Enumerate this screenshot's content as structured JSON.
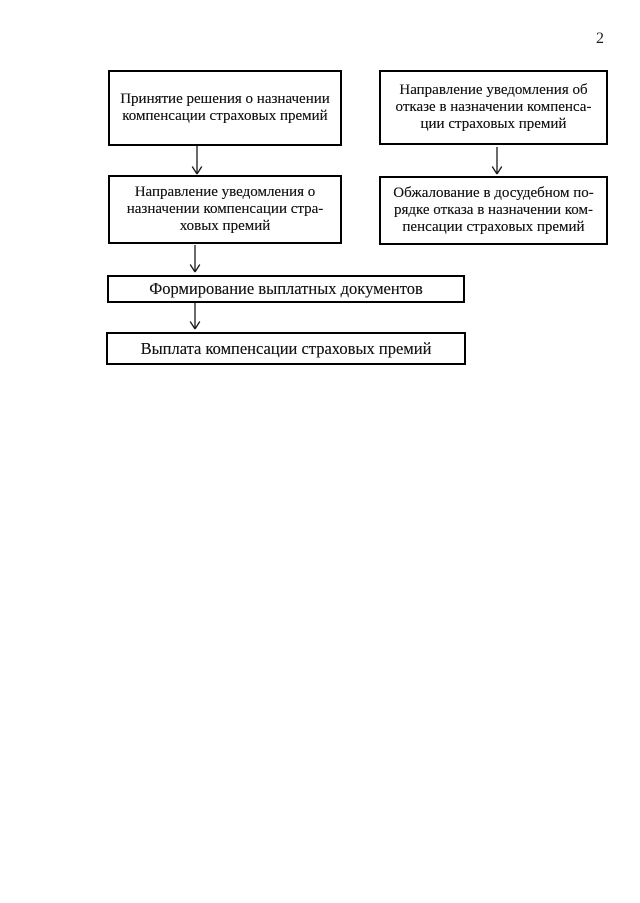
{
  "page": {
    "number": "2",
    "colors": {
      "paper": "#ffffff",
      "ink": "#161616",
      "box_border": "#000000"
    }
  },
  "flowchart": {
    "boxes": [
      {
        "id": "decision",
        "text": "Принятие решения о назначении\nкомпенсации страховых премий"
      },
      {
        "id": "refusal-notice",
        "text": "Направление уведомления об\nотказе в назначении компенса-\nции страховых премий"
      },
      {
        "id": "award-notice",
        "text": "Направление уведомления о\nназначении компенсации стра-\nховых премий"
      },
      {
        "id": "appeal",
        "text": "Обжалование в досудебном по-\nрядке отказа в назначении ком-\nпенсации страховых премий"
      },
      {
        "id": "payment-docs",
        "text": "Формирование выплатных документов"
      },
      {
        "id": "payment",
        "text": "Выплата компенсации страховых премий"
      }
    ],
    "arrows": [
      {
        "from": "decision",
        "to": "award-notice"
      },
      {
        "from": "refusal-notice",
        "to": "appeal"
      },
      {
        "from": "award-notice",
        "to": "payment-docs"
      },
      {
        "from": "payment-docs",
        "to": "payment"
      }
    ]
  }
}
